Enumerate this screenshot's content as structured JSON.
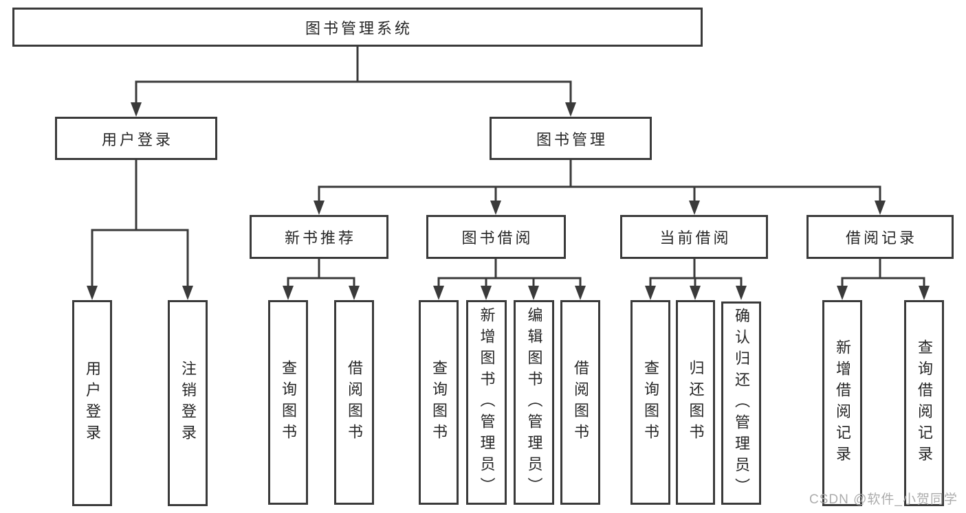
{
  "tree": {
    "label": "图书管理系统",
    "children": [
      {
        "label": "用户登录",
        "children": [
          {
            "label": "用户登录"
          },
          {
            "label": "注销登录"
          }
        ]
      },
      {
        "label": "图书管理",
        "children": [
          {
            "label": "新书推荐",
            "children": [
              {
                "label": "查询图书"
              },
              {
                "label": "借阅图书"
              }
            ]
          },
          {
            "label": "图书借阅",
            "children": [
              {
                "label": "查询图书"
              },
              {
                "label": "新增图书（管理员）"
              },
              {
                "label": "编辑图书（管理员）"
              },
              {
                "label": "借阅图书"
              }
            ]
          },
          {
            "label": "当前借阅",
            "children": [
              {
                "label": "查询图书"
              },
              {
                "label": "归还图书"
              },
              {
                "label": "确认归还（管理员）"
              }
            ]
          },
          {
            "label": "借阅记录",
            "children": [
              {
                "label": "新增借阅记录"
              },
              {
                "label": "查询借阅记录"
              }
            ]
          }
        ]
      }
    ]
  },
  "watermark": "CSDN @软件_小贺同学",
  "colors": {
    "line": "#3a3a3a",
    "box_border": "#3a3a3a",
    "text": "#262626",
    "watermark": "#a8a8a8",
    "background": "#ffffff"
  }
}
